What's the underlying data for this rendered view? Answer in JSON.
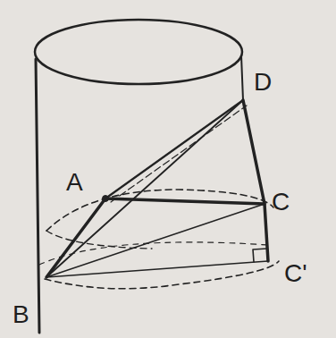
{
  "diagram": {
    "labels": [
      "D",
      "A",
      "C",
      "B",
      "C'"
    ]
  }
}
